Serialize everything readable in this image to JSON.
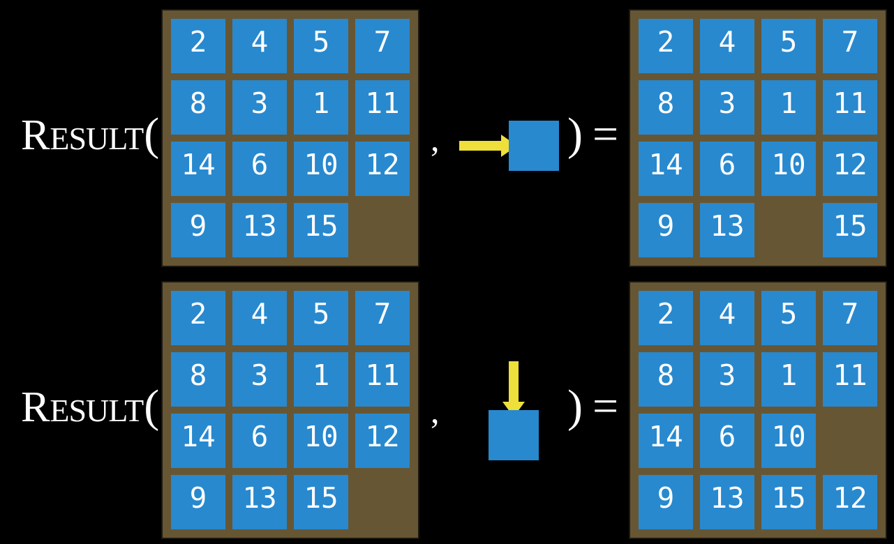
{
  "colors": {
    "background": "#000000",
    "tile_blue": "#2889CF",
    "frame_brown": "#675634",
    "arrow_yellow": "#EFDF3B",
    "text_white": "#FFFFFF"
  },
  "function_notation": {
    "name_initial": "R",
    "name_rest": "ESULT",
    "open_paren": "(",
    "comma": ",",
    "close_paren": ")",
    "equals": "="
  },
  "examples": [
    {
      "name": "slide-tile-right",
      "action": {
        "direction": "right",
        "icon": "right-arrow-icon"
      },
      "input_grid": [
        [
          "2",
          "4",
          "5",
          "7"
        ],
        [
          "8",
          "3",
          "1",
          "11"
        ],
        [
          "14",
          "6",
          "10",
          "12"
        ],
        [
          "9",
          "13",
          "15",
          ""
        ]
      ],
      "output_grid": [
        [
          "2",
          "4",
          "5",
          "7"
        ],
        [
          "8",
          "3",
          "1",
          "11"
        ],
        [
          "14",
          "6",
          "10",
          "12"
        ],
        [
          "9",
          "13",
          "",
          "15"
        ]
      ]
    },
    {
      "name": "slide-tile-down",
      "action": {
        "direction": "down",
        "icon": "down-arrow-icon"
      },
      "input_grid": [
        [
          "2",
          "4",
          "5",
          "7"
        ],
        [
          "8",
          "3",
          "1",
          "11"
        ],
        [
          "14",
          "6",
          "10",
          "12"
        ],
        [
          "9",
          "13",
          "15",
          ""
        ]
      ],
      "output_grid": [
        [
          "2",
          "4",
          "5",
          "7"
        ],
        [
          "8",
          "3",
          "1",
          "11"
        ],
        [
          "14",
          "6",
          "10",
          ""
        ],
        [
          "9",
          "13",
          "15",
          "12"
        ]
      ]
    }
  ]
}
